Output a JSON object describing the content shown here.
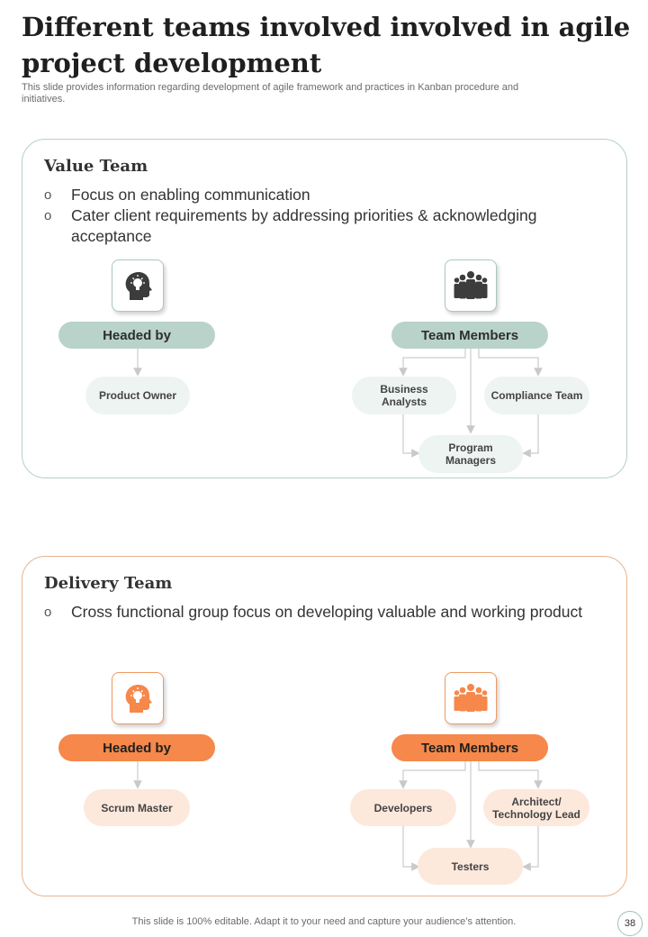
{
  "header": {
    "title": "Different teams involved involved in agile project development",
    "subtitle": "This slide provides information regarding development of agile framework and practices in Kanban procedure and initiatives."
  },
  "value_team": {
    "title": "Value Team",
    "bullets": [
      "Focus on enabling communication",
      "Cater client requirements by addressing priorities & acknowledging acceptance"
    ],
    "headed_by_label": "Headed by",
    "head": "Product Owner",
    "members_label": "Team Members",
    "members": [
      "Business Analysts",
      "Compliance Team",
      "Program Managers"
    ]
  },
  "delivery_team": {
    "title": "Delivery Team",
    "bullets": [
      "Cross functional group focus on developing valuable and working product"
    ],
    "headed_by_label": "Headed by",
    "head": "Scrum Master",
    "members_label": "Team Members",
    "members": [
      "Developers",
      "Architect/ Technology  Lead",
      "Testers"
    ]
  },
  "icons": {
    "head": "head-lightbulb-icon",
    "team": "team-group-icon"
  },
  "colors": {
    "value_accent": "#b9d3ca",
    "delivery_accent": "#f5884a",
    "value_icon": "#3c3c3c",
    "delivery_icon": "#f5884a"
  },
  "footer": {
    "note": "This slide is 100% editable. Adapt it to your need and capture your audience’s attention.",
    "page_number": "38"
  }
}
